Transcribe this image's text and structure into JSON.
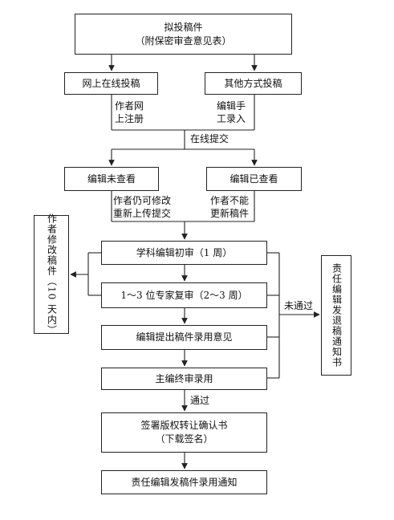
{
  "colors": {
    "line": "#222222",
    "text": "#111111"
  },
  "nodes": {
    "submission_line1": "拟投稿件",
    "submission_line2": "（附保密审查意见表）",
    "online_submit": "网上在线投稿",
    "other_submit": "其他方式投稿",
    "editor_not_viewed": "编辑未查看",
    "editor_viewed": "编辑已查看",
    "first_review": "学科编辑初审（1 周）",
    "expert_review": "1～3 位专家复审（2～3 周）",
    "editor_opinion": "编辑提出稿件录用意见",
    "chief_review": "主编终审录用",
    "copyright_line1": "签署版权转让确认书",
    "copyright_line2": "（下载签名）",
    "acceptance_notice": "责任编辑发稿件录用通知",
    "author_revise": "作者修改稿件（10 天内）",
    "return_notice": "责任编辑发退稿通知书"
  },
  "labels": {
    "author_register_1": "作者网",
    "author_register_2": "上注册",
    "editor_manual_1": "编辑手",
    "editor_manual_2": "工录入",
    "online_submit_done": "在线提交",
    "can_modify_1": "作者仍可修改",
    "can_modify_2": "重新上传提交",
    "cannot_update_1": "作者不能",
    "cannot_update_2": "更新稿件",
    "not_passed": "未通过",
    "passed": "通过"
  }
}
